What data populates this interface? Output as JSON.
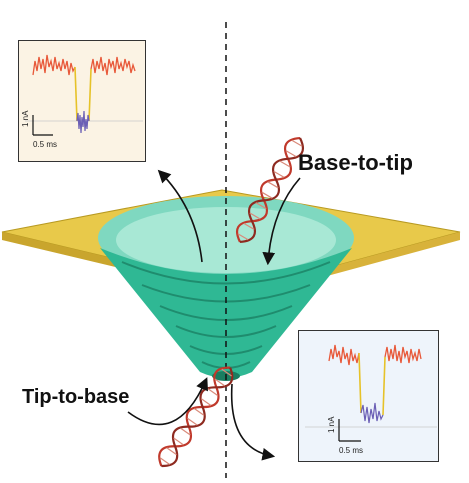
{
  "labels": {
    "base_to_tip": "Base-to-tip",
    "tip_to_base": "Tip-to-base"
  },
  "inset_top_left": {
    "current_scale": "1 nA",
    "time_scale": "0.5 ms"
  },
  "inset_bottom_right": {
    "current_scale": "1 nA",
    "time_scale": "0.5 ms"
  },
  "colors": {
    "membrane": "#e8c94a",
    "pore": "#2fb894",
    "pore_light": "#9fe3cf",
    "dna": "#c0392b",
    "trace_open": "#e8593a",
    "trace_block": "#6b5fb5",
    "trace_transition": "#e6c229"
  }
}
